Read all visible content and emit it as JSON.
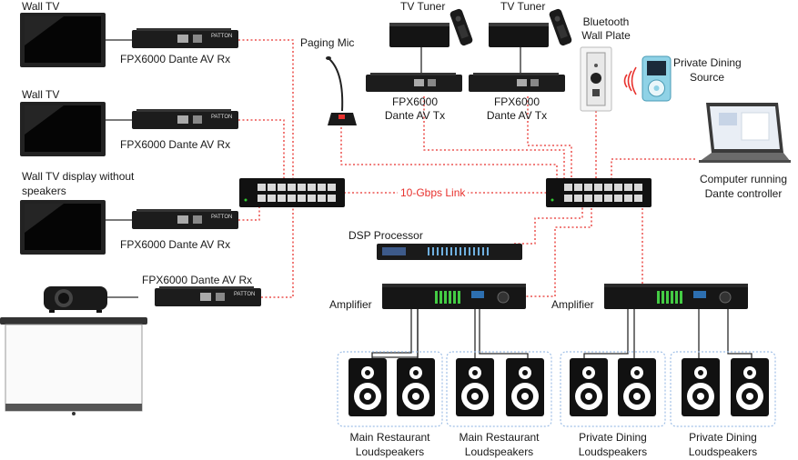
{
  "labels": {
    "wall_tv_1": "Wall TV",
    "wall_tv_2": "Wall TV",
    "wall_tv_3_line1": "Wall TV display without",
    "wall_tv_3_line2": "speakers",
    "rx1": "FPX6000 Dante AV Rx",
    "rx2": "FPX6000 Dante AV Rx",
    "rx3": "FPX6000 Dante AV Rx",
    "rx4": "FPX6000 Dante AV Rx",
    "paging_mic": "Paging Mic",
    "tv_tuner_1": "TV Tuner",
    "tv_tuner_2": "TV Tuner",
    "tx1_line1": "FPX6000",
    "tx1_line2": "Dante AV Tx",
    "tx2_line1": "FPX6000",
    "tx2_line2": "Dante AV Tx",
    "bt_line1": "Bluetooth",
    "bt_line2": "Wall Plate",
    "pds_line1": "Private Dining",
    "pds_line2": "Source",
    "pc_line1": "Computer running",
    "pc_line2": "Dante controller",
    "link": "10-Gbps Link",
    "dsp": "DSP Processor",
    "amp1": "Amplifier",
    "amp2": "Amplifier",
    "spk1_line1": "Main Restaurant",
    "spk1_line2": "Loudspeakers",
    "spk2_line1": "Main Restaurant",
    "spk2_line2": "Loudspeakers",
    "spk3_line1": "Private Dining",
    "spk3_line2": "Loudspeakers",
    "spk4_line1": "Private Dining",
    "spk4_line2": "Loudspeakers"
  },
  "device_brand": "PATTON",
  "colors": {
    "network_link": "#e8322e",
    "audio_wire": "#2b2b2b",
    "speaker_group_border": "#9fbfe6"
  }
}
